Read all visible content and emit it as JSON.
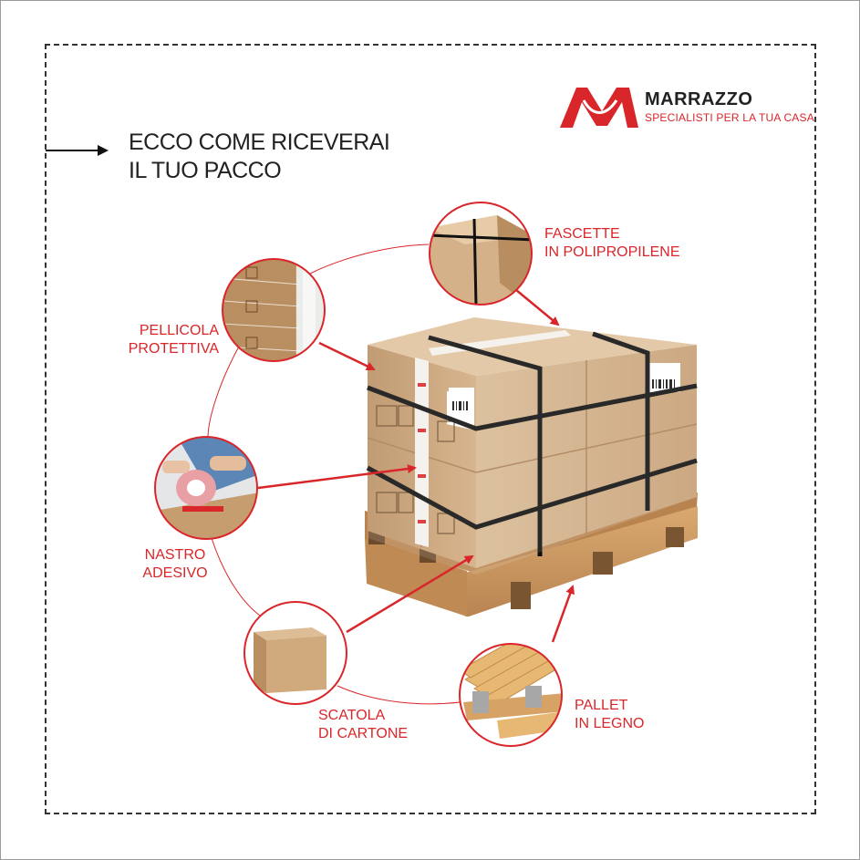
{
  "headline": {
    "line1": "ECCO COME RICEVERAI",
    "line2": "IL TUO PACCO"
  },
  "brand": {
    "name": "MARRAZZO",
    "tagline": "SPECIALISTI PER LA TUA CASA",
    "logo_icon": "m-logo-icon"
  },
  "callouts": [
    {
      "id": "fascette",
      "line1": "FASCETTE",
      "line2": "IN POLIPROPILENE"
    },
    {
      "id": "pellicola",
      "line1": "PELLICOLA",
      "line2": "PROTETTIVA"
    },
    {
      "id": "nastro",
      "line1": "NASTRO",
      "line2": "ADESIVO"
    },
    {
      "id": "scatola",
      "line1": "SCATOLA",
      "line2": "DI CARTONE"
    },
    {
      "id": "pallet",
      "line1": "PALLET",
      "line2": "IN LEGNO"
    }
  ],
  "colors": {
    "accent": "#d9262a",
    "cardboard": "#c79d6b",
    "wood": "#c9915a",
    "text": "#222222"
  }
}
